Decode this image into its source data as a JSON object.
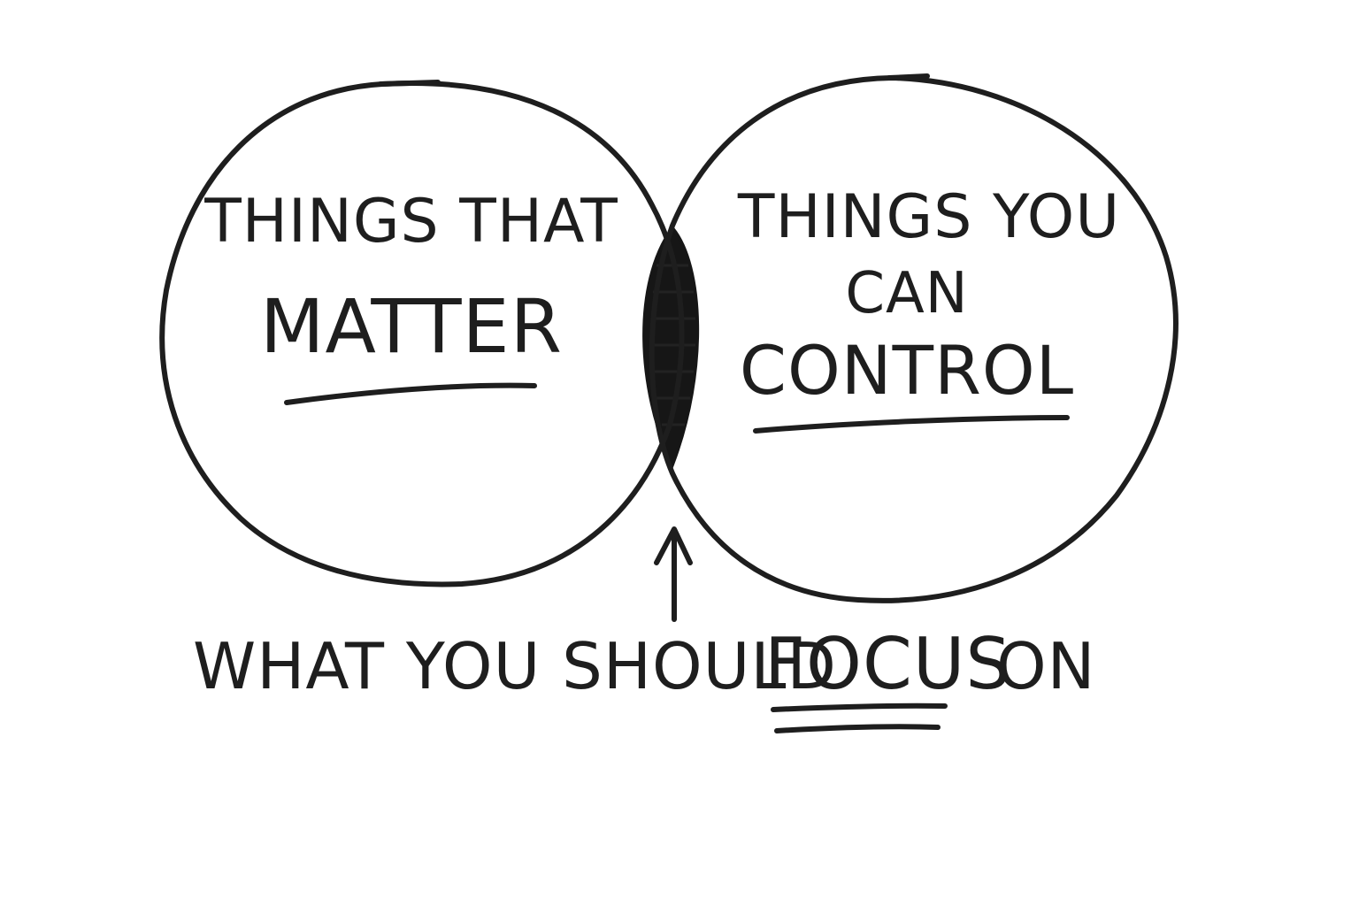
{
  "diagram": {
    "left_circle": {
      "line1": "THINGS THAT",
      "line2": "MATTER"
    },
    "right_circle": {
      "line1": "THINGS YOU",
      "line2": "CAN",
      "line3": "CONTROL"
    },
    "caption": {
      "part1": "WHAT YOU SHOULD",
      "focus": "FOCUS",
      "part2": "ON"
    }
  },
  "colors": {
    "ink": "#1e1e1e",
    "background": "#ffffff"
  }
}
